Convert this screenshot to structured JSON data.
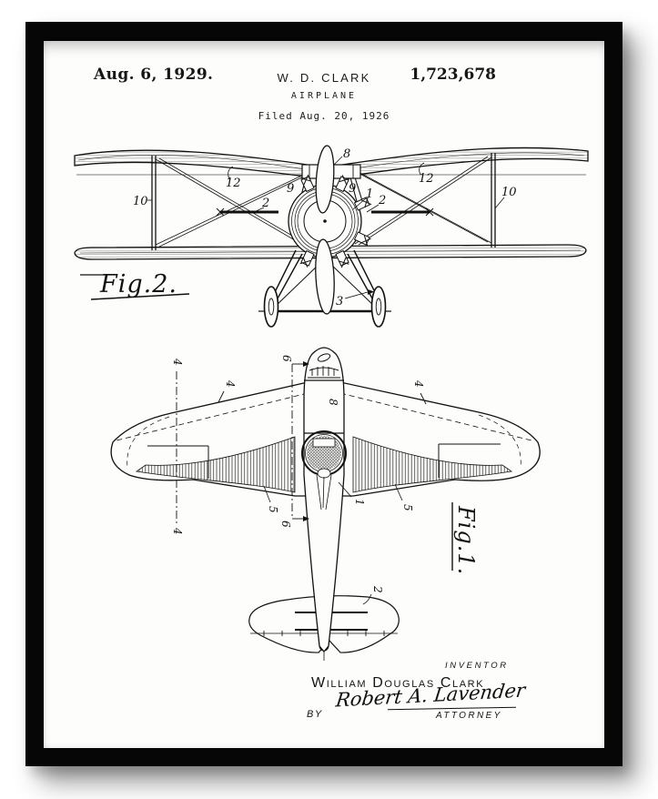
{
  "document": {
    "header": {
      "issue_date": "Aug. 6, 1929.",
      "inventor_name_header": "W. D. CLARK",
      "patent_number": "1,723,678",
      "invention_title": "AIRPLANE",
      "filed_line": "Filed Aug. 20, 1926"
    },
    "figures": {
      "fig2_label": "Fig.2.",
      "fig1_label": "Fig.1.",
      "ref_numbers": {
        "n1": "1",
        "n2": "2",
        "n3": "3",
        "n4": "4",
        "n5": "5",
        "n6": "6",
        "n8": "8",
        "n9": "9",
        "n10": "10",
        "n12": "12"
      }
    },
    "signature": {
      "inventor_caption": "INVENTOR",
      "inventor_name": "William Douglas Clark",
      "by_label": "BY",
      "attorney_signature": "Robert A. Lavender",
      "attorney_caption": "ATTORNEY"
    }
  },
  "colors": {
    "frame": "#060606",
    "paper": "#fdfdfc",
    "ink": "#111111"
  }
}
